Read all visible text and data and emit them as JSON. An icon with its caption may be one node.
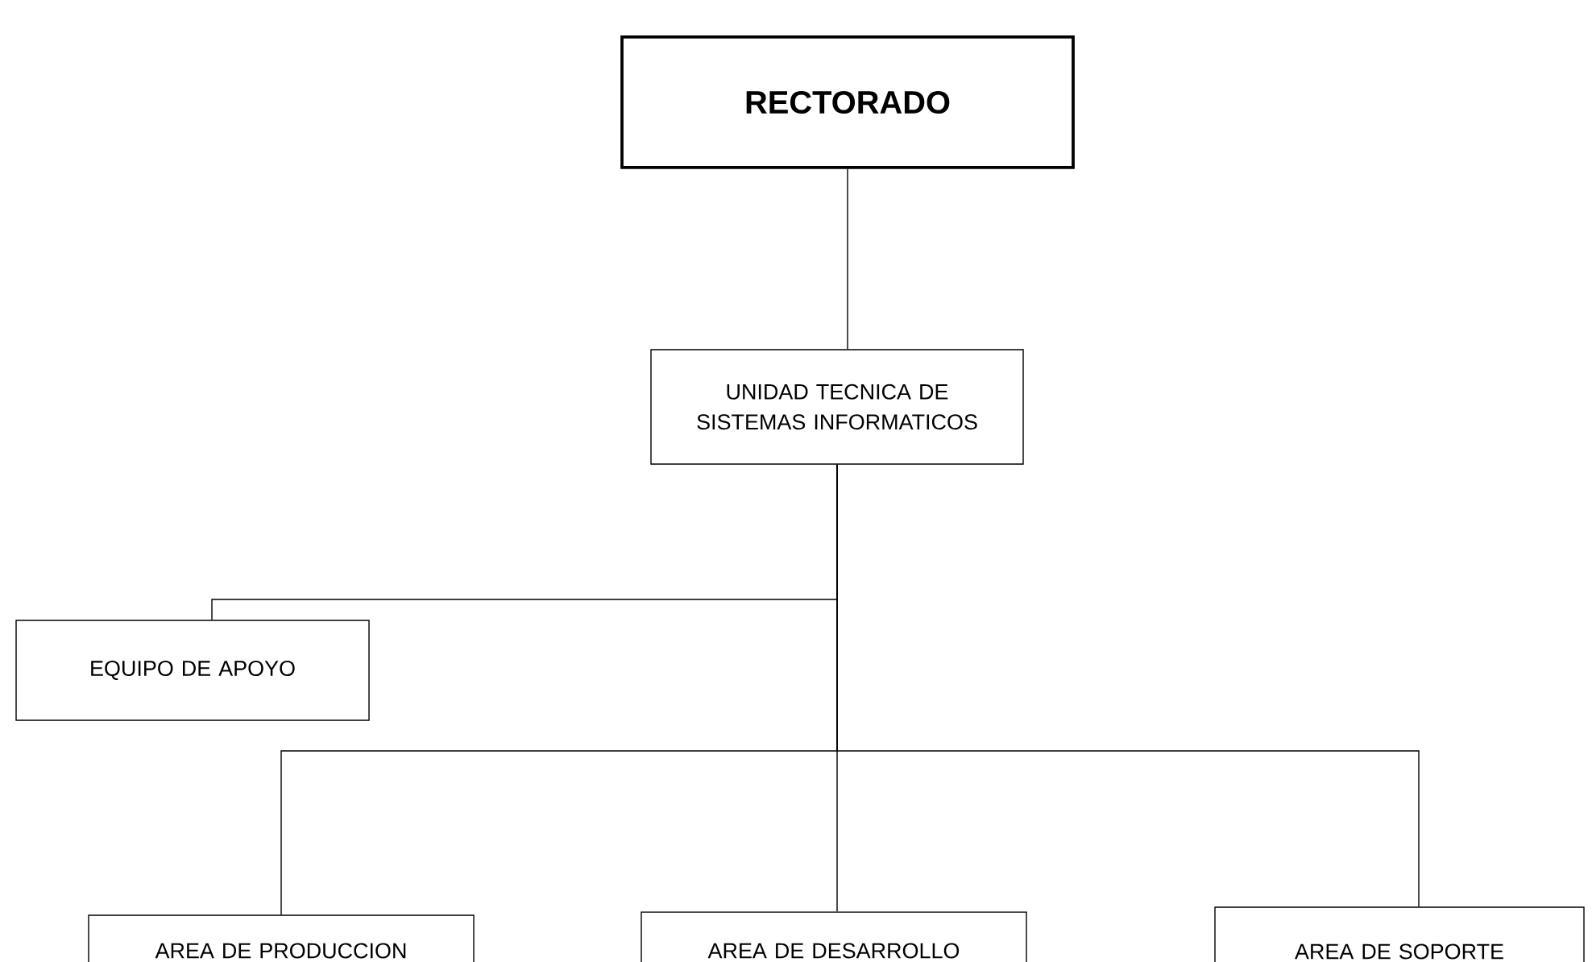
{
  "diagram": {
    "nodes": [
      {
        "text": [
          "RECTORADO"
        ]
      },
      {
        "text": [
          "UNIDAD TECNICA DE SISTEMAS INFORMATICOS"
        ]
      },
      {
        "text": [
          "EQUIPO DE APOYO"
        ]
      },
      {
        "text": [
          "AREA DE PRODUCCION"
        ]
      },
      {
        "text": [
          "AREA DE DESARROLLO"
        ]
      },
      {
        "text": [
          "AREA DE SOPORTE"
        ]
      }
    ],
    "edges": [
      {
        "from": 0,
        "to": 1,
        "arrow": "none"
      },
      {
        "from": 1,
        "to": 2,
        "arrow": "none"
      },
      {
        "from": 1,
        "to": 3,
        "arrow": "none"
      },
      {
        "from": 1,
        "to": 4,
        "arrow": "none"
      },
      {
        "from": 1,
        "to": 5,
        "arrow": "none"
      }
    ]
  }
}
